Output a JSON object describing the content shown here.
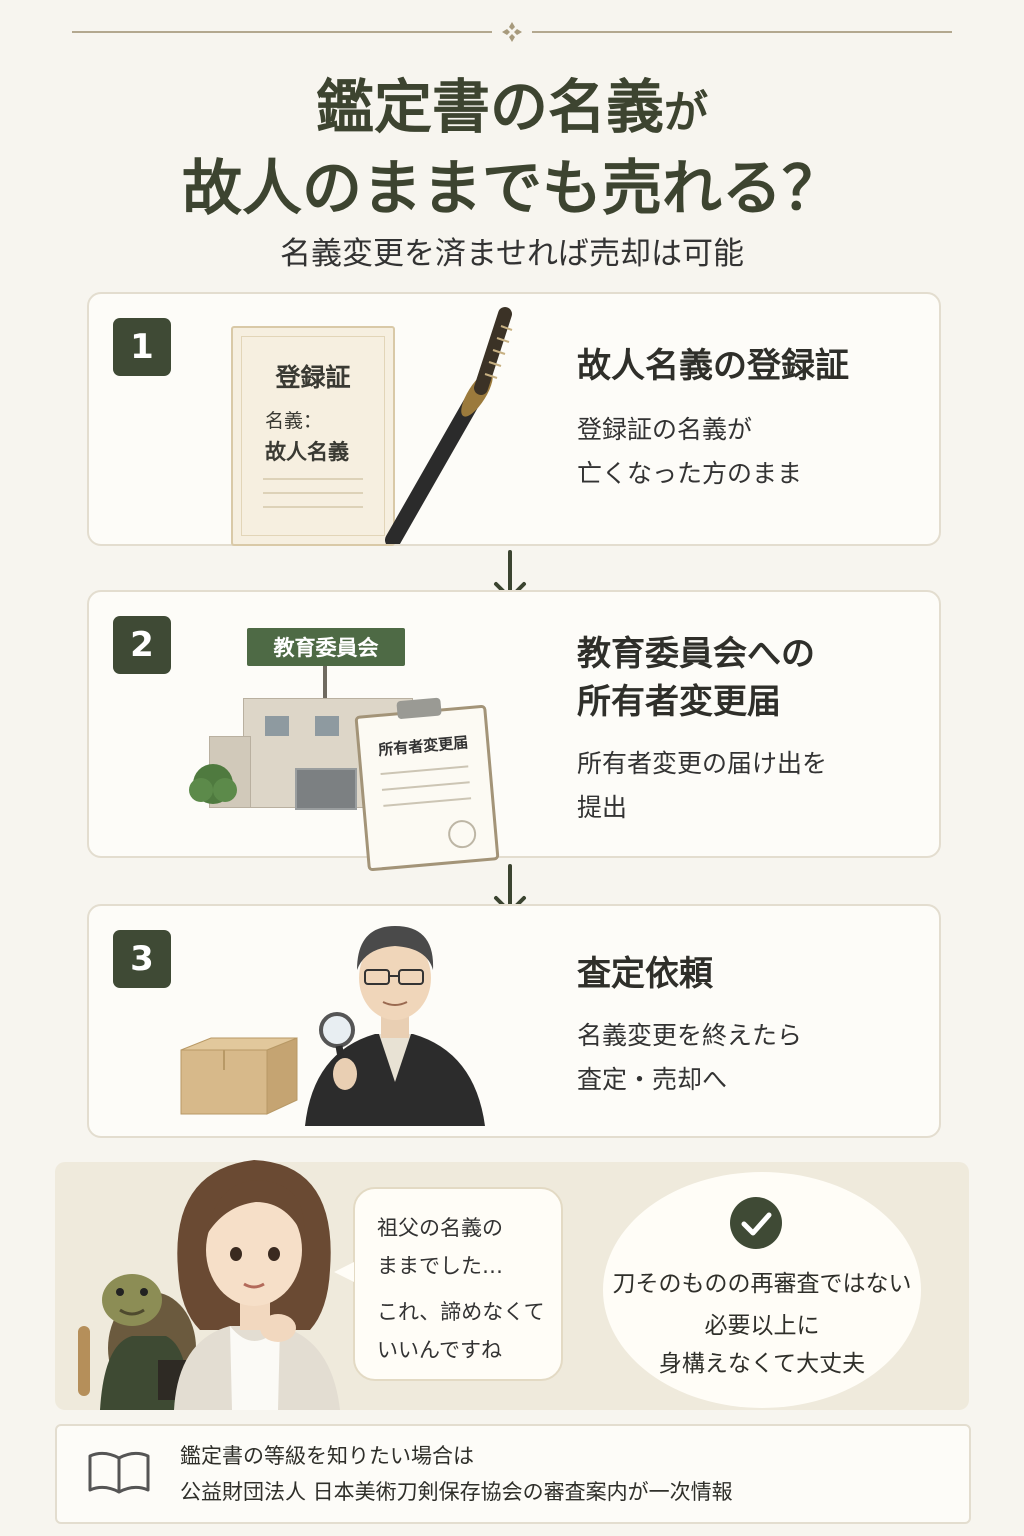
{
  "header": {
    "title_line1_main": "鑑定書の名義",
    "title_line1_particle": "が",
    "title_line2": "故人のままでも売れる？",
    "subtitle": "名義変更を済ませれば売却は可能",
    "ornament_icon": "diamond-ornament-icon"
  },
  "steps": [
    {
      "number": "1",
      "title_lines": [
        "故人名義の登録証"
      ],
      "desc_lines": [
        "登録証の名義が",
        "亡くなった方のまま"
      ],
      "illustration": {
        "doc_title": "登録証",
        "doc_label": "名義：",
        "doc_value": "故人名義",
        "icons": [
          "registration-certificate-icon",
          "katana-icon"
        ]
      }
    },
    {
      "number": "2",
      "title_lines": [
        "教育委員会への",
        "所有者変更届"
      ],
      "desc_lines": [
        "所有者変更の届け出を",
        "提出"
      ],
      "illustration": {
        "building_sign": "教育委員会",
        "clipboard_title": "所有者変更届",
        "icons": [
          "office-building-icon",
          "clipboard-icon",
          "tree-icon"
        ]
      }
    },
    {
      "number": "3",
      "title_lines": [
        "査定依頼"
      ],
      "desc_lines": [
        "名義変更を終えたら",
        "査定・売却へ"
      ],
      "illustration": {
        "icons": [
          "cardboard-box-icon",
          "appraiser-with-magnifier-icon"
        ]
      }
    }
  ],
  "dialogue": {
    "speech_lines": [
      "祖父の名義の",
      "ままでした…",
      "これ、諦めなくて",
      "いいんですね"
    ],
    "reassurance_lines": [
      "刀そのものの再審査ではない",
      "必要以上に",
      "身構えなくて大丈夫"
    ],
    "icons": [
      "woman-thinking-icon",
      "turtle-mascot-icon",
      "check-circle-icon"
    ]
  },
  "footer": {
    "line1": "鑑定書の等級を知りたい場合は",
    "line2": "公益財団法人 日本美術刀剣保存協会の審査案内が一次情報",
    "icon": "open-book-icon"
  },
  "colors": {
    "background": "#f7f5ef",
    "accent_dark_green": "#3f4a35",
    "title_green": "#3d4430",
    "card_border": "#e3ddcf",
    "panel_beige": "#efeadc"
  }
}
